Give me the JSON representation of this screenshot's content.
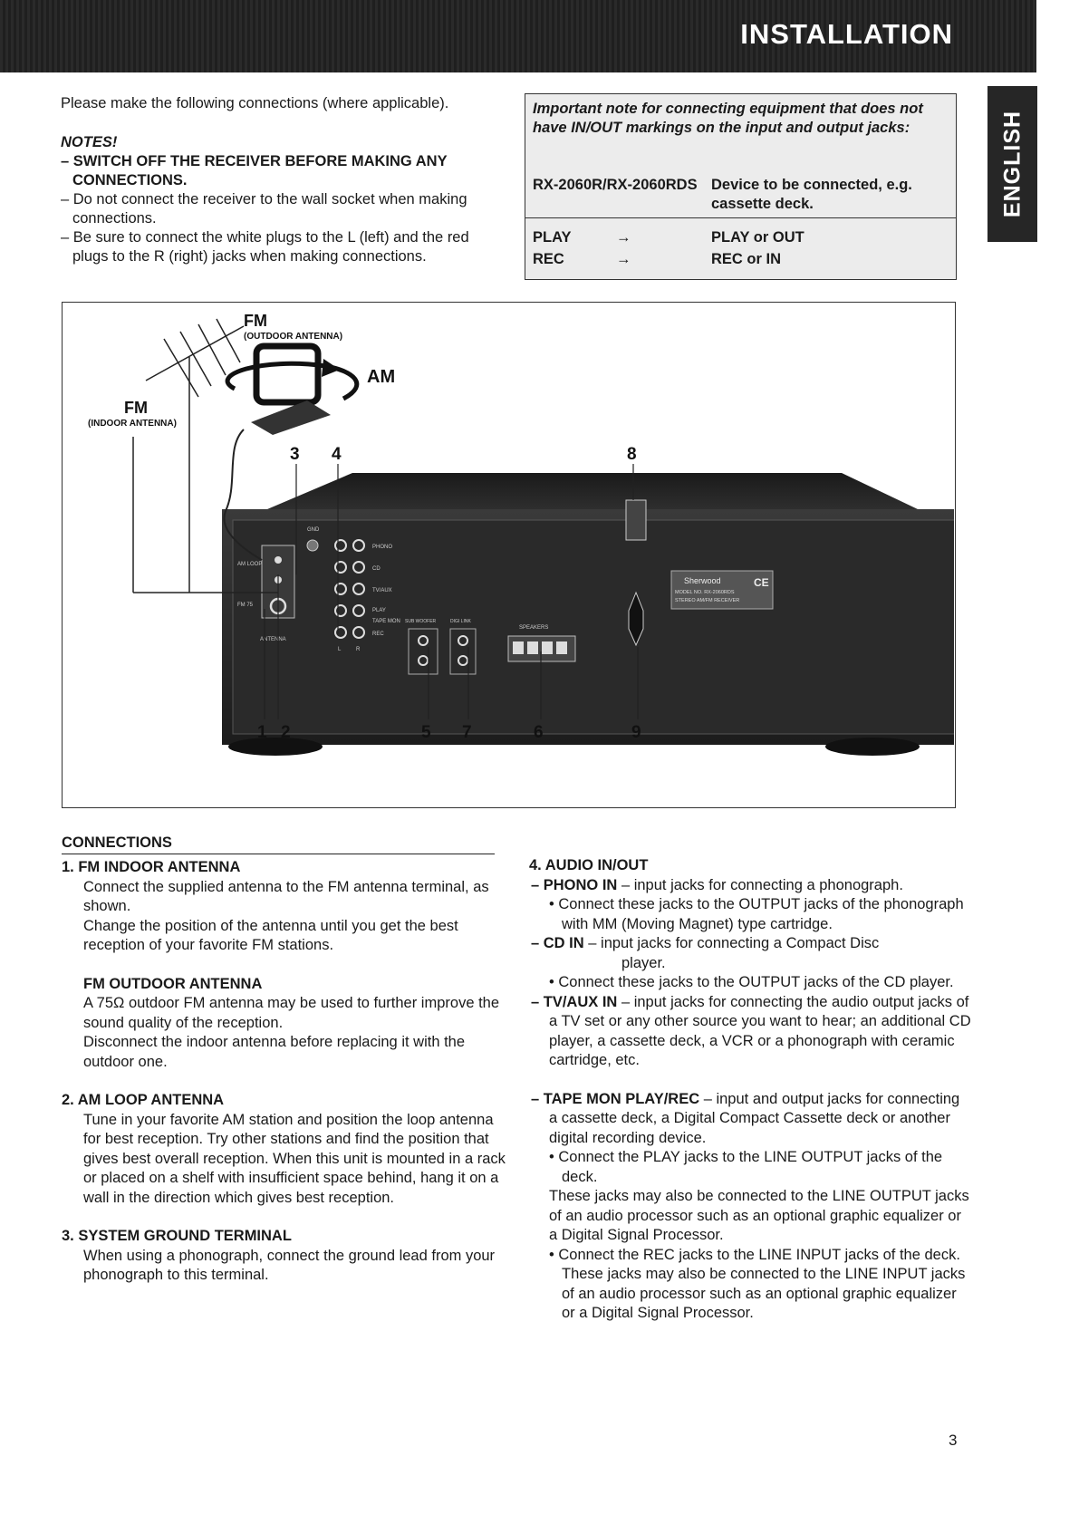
{
  "header": {
    "title": "INSTALLATION"
  },
  "language_tab": "ENGLISH",
  "intro": {
    "lead": "Please make the following connections (where applicable).",
    "notes_heading": "NOTES!",
    "note1": "– SWITCH OFF THE RECEIVER BEFORE MAKING ANY CONNECTIONS.",
    "note2": "– Do not connect the receiver to the wall socket when making connections.",
    "note3": "– Be sure to connect the white plugs to the L (left) and the red plugs to the R (right) jacks when making connections."
  },
  "note_box": {
    "title": "Important note for connecting equipment that does not have IN/OUT markings on the input and output jacks:",
    "col1_header": "RX-2060R/RX-2060RDS",
    "col2_header": "Device to be connected, e.g. cassette deck.",
    "rows": [
      {
        "left": "PLAY",
        "arrow": "→",
        "right": "PLAY or OUT"
      },
      {
        "left": "REC",
        "arrow": "→",
        "right": "REC or IN"
      }
    ]
  },
  "diagram": {
    "fm_outdoor_label": "FM",
    "fm_outdoor_sub": "(OUTDOOR ANTENNA)",
    "fm_indoor_label": "FM",
    "fm_indoor_sub": "(INDOOR ANTENNA)",
    "am_label": "AM",
    "callouts": [
      "1",
      "2",
      "3",
      "4",
      "5",
      "6",
      "7",
      "8",
      "9"
    ],
    "panel_labels": {
      "gnd": "GND",
      "am_loop": "AM LOOP",
      "fm": "FM 75",
      "antenna": "ANTENNA",
      "phono": "PHONO",
      "cd": "CD",
      "tv_aux": "TV/AUX",
      "play": "PLAY",
      "tape_mon": "TAPE MON",
      "rec": "REC",
      "l": "L",
      "r": "R",
      "sub_woofer": "SUB WOOFER",
      "digi_link": "DIGI LINK",
      "speakers": "SPEAKERS",
      "brand": "Sherwood",
      "model": "MODEL NO. RX-2060RDS",
      "desc": "STEREO AM/FM RECEIVER",
      "ce": "CE"
    }
  },
  "connections": {
    "heading": "CONNECTIONS",
    "left": {
      "s1_title": "1. FM INDOOR ANTENNA",
      "s1_p1": "Connect the supplied antenna to the FM antenna terminal, as shown.",
      "s1_p2": "Change the position of the antenna until you get the best reception of your favorite FM stations.",
      "s1b_title": "FM OUTDOOR ANTENNA",
      "s1b_p1": "A 75Ω outdoor FM antenna may be used to further improve the sound quality of the reception.",
      "s1b_p2": "Disconnect the indoor antenna before replacing it with the outdoor one.",
      "s2_title": "2. AM LOOP ANTENNA",
      "s2_p1": "Tune in your favorite AM station and position the loop antenna for best reception. Try other stations and find the position that gives best overall reception. When this unit is mounted in a rack or placed on a shelf with insufficient space behind, hang it on a wall in the direction which gives best reception.",
      "s3_title": "3. SYSTEM GROUND TERMINAL",
      "s3_p1": "When using a phonograph, connect the ground lead from your phonograph to this terminal."
    },
    "right": {
      "s4_title": "4. AUDIO IN/OUT",
      "phono_term": "– PHONO IN",
      "phono_desc": " – input jacks for connecting a phonograph.",
      "phono_bullet": "• Connect these jacks to the OUTPUT jacks of the phonograph with MM (Moving Magnet) type cartridge.",
      "cd_term": "– CD IN",
      "cd_desc": " – input jacks for connecting a Compact Disc",
      "cd_desc2": "player.",
      "cd_bullet": "• Connect these jacks to the OUTPUT jacks of the CD player.",
      "tv_term": "– TV/AUX IN",
      "tv_desc": " – input jacks for connecting the audio output jacks of a TV set or any other source you want to hear; an additional CD player, a cassette deck, a VCR or a phonograph with ceramic cartridge, etc.",
      "tape_term": "– TAPE MON PLAY/REC",
      "tape_desc": " – input and output jacks for connecting a cassette deck, a Digital Compact Cassette deck or another digital recording device.",
      "tape_bullet1": "• Connect the PLAY jacks to the LINE OUTPUT jacks of the deck.",
      "tape_p1": "These jacks may also be connected to the LINE OUTPUT jacks of an audio processor such as an optional graphic equalizer or a Digital Signal Processor.",
      "tape_bullet2": "• Connect the REC jacks to the LINE INPUT jacks of the deck.",
      "tape_p2": "These jacks may also be connected to the LINE INPUT jacks of an audio processor such as an optional graphic equalizer or a Digital Signal Processor."
    }
  },
  "page_number": "3"
}
